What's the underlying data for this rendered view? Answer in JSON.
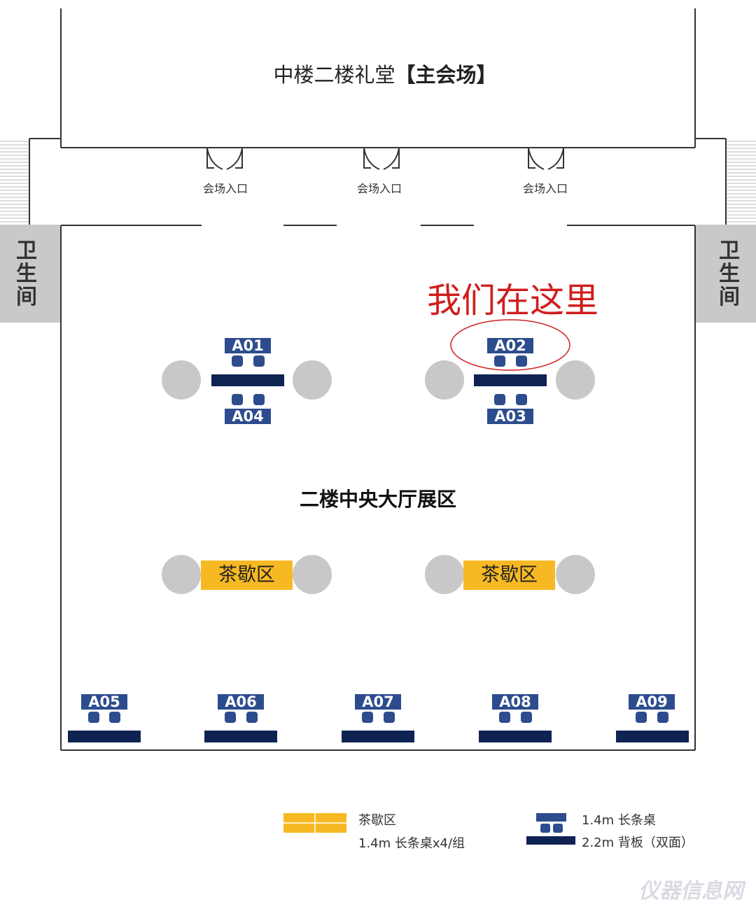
{
  "main_hall": {
    "title": "中楼二楼礼堂",
    "title_bold": "【主会场】",
    "entrances": [
      "会场入口",
      "会场入口",
      "会场入口"
    ]
  },
  "restrooms": [
    "卫生间",
    "卫生间"
  ],
  "annotation": {
    "text": "我们在这里",
    "highlighted_booth": "A02",
    "color": "#d01e1e"
  },
  "exhibition_area": {
    "name": "二楼中央大厅展区",
    "booths_top": [
      "A01",
      "A04",
      "A02",
      "A03"
    ],
    "booths_bottom": [
      "A05",
      "A06",
      "A07",
      "A08",
      "A09"
    ],
    "tea_areas": [
      "茶歇区",
      "茶歇区"
    ]
  },
  "legend": {
    "tea_title": "茶歇区",
    "tea_desc": "1.4m 长条桌x4/组",
    "table_desc": "1.4m 长条桌",
    "board_desc": "2.2m 背板（双面）"
  },
  "colors": {
    "booth_blue": "#2d4c8e",
    "board_navy": "#0f2353",
    "tea_yellow": "#f7b923",
    "circle_gray": "#c8c8c8",
    "restroom_gray": "#c9c9c9"
  },
  "watermark": "仪器信息网"
}
